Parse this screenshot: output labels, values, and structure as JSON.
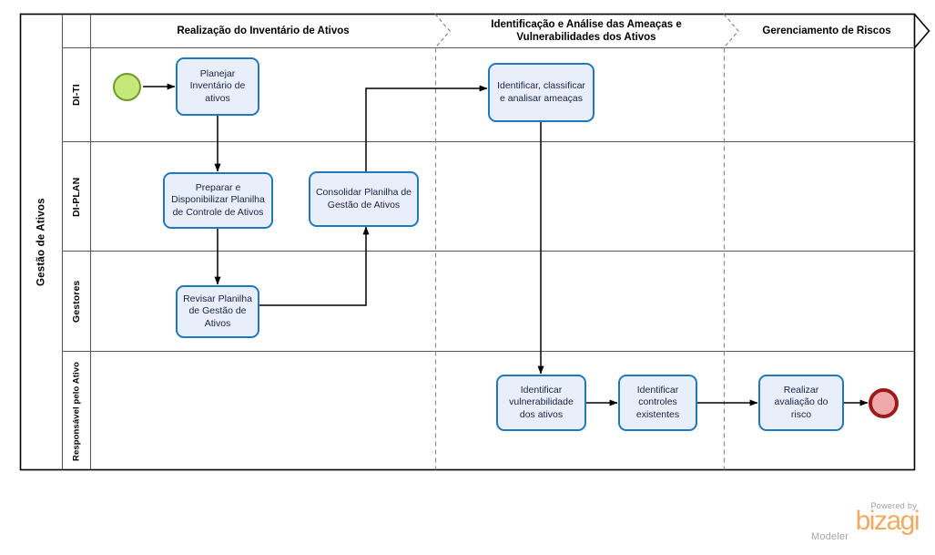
{
  "diagram": {
    "type": "bpmn-process",
    "pool": {
      "label": "Gestão de Ativos"
    },
    "lanes": [
      {
        "id": "di-ti",
        "label": "DI-TI"
      },
      {
        "id": "di-plan",
        "label": "DI-PLAN"
      },
      {
        "id": "gestores",
        "label": "Gestores"
      },
      {
        "id": "responsavel",
        "label": "Responsável pelo Ativo"
      }
    ],
    "phases": [
      {
        "id": "phase-1",
        "label": "Realização do Inventário de Ativos"
      },
      {
        "id": "phase-2",
        "label": "Identificação e Análise das Ameaças e Vulnerabilidades dos Ativos"
      },
      {
        "id": "phase-3",
        "label": "Gerenciamento de Riscos"
      }
    ],
    "events": [
      {
        "id": "start-event",
        "kind": "start",
        "lane": "di-ti",
        "phase": "phase-1"
      },
      {
        "id": "end-event",
        "kind": "end",
        "lane": "responsavel",
        "phase": "phase-3"
      }
    ],
    "tasks": [
      {
        "id": "task-planejar-inventario",
        "label": "Planejar Inventário de ativos",
        "lane": "di-ti",
        "phase": "phase-1"
      },
      {
        "id": "task-preparar-disponibilizar",
        "label": "Preparar e Disponibilizar Planilha de Controle de Ativos",
        "lane": "di-plan",
        "phase": "phase-1"
      },
      {
        "id": "task-revisar-planilha",
        "label": "Revisar Planilha de Gestão de Ativos",
        "lane": "gestores",
        "phase": "phase-1"
      },
      {
        "id": "task-consolidar-planilha",
        "label": "Consolidar Planilha de Gestão de Ativos",
        "lane": "di-plan",
        "phase": "phase-1"
      },
      {
        "id": "task-identificar-ameacas",
        "label": "Identificar, classificar e analisar ameaças",
        "lane": "di-ti",
        "phase": "phase-2"
      },
      {
        "id": "task-identificar-vulnerabilidade",
        "label": "Identificar vulnerabilidade dos ativos",
        "lane": "responsavel",
        "phase": "phase-2"
      },
      {
        "id": "task-identificar-controles",
        "label": "Identificar controles existentes",
        "lane": "responsavel",
        "phase": "phase-2"
      },
      {
        "id": "task-realizar-avaliacao",
        "label": "Realizar avaliação do risco",
        "lane": "responsavel",
        "phase": "phase-3"
      }
    ],
    "flows": [
      {
        "from": "start-event",
        "to": "task-planejar-inventario"
      },
      {
        "from": "task-planejar-inventario",
        "to": "task-preparar-disponibilizar"
      },
      {
        "from": "task-preparar-disponibilizar",
        "to": "task-revisar-planilha"
      },
      {
        "from": "task-revisar-planilha",
        "to": "task-consolidar-planilha"
      },
      {
        "from": "task-consolidar-planilha",
        "to": "task-identificar-ameacas"
      },
      {
        "from": "task-identificar-ameacas",
        "to": "task-identificar-vulnerabilidade"
      },
      {
        "from": "task-identificar-vulnerabilidade",
        "to": "task-identificar-controles"
      },
      {
        "from": "task-identificar-controles",
        "to": "task-realizar-avaliacao"
      },
      {
        "from": "task-realizar-avaliacao",
        "to": "end-event"
      }
    ],
    "colors": {
      "task_fill": "#e9eefb",
      "task_border": "#1f79bd",
      "task_text": "#1a2340",
      "start_fill": "#c6e87a",
      "start_border": "#6f9b25",
      "end_fill": "#f0a9ab",
      "end_border": "#9e1a1a",
      "frame_line": "#000000",
      "lane_line": "#595959",
      "phase_divider": "#7a7a7a",
      "brand_orange": "#f2a961",
      "brand_gray": "#a6a6a6"
    }
  },
  "branding": {
    "powered_by": "Powered by",
    "name": "bizagi",
    "product": "Modeler"
  }
}
